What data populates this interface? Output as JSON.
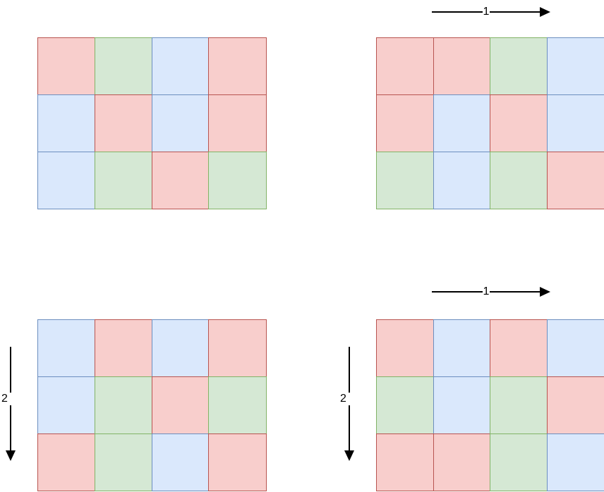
{
  "palette": {
    "red_fill": "#f8cecc",
    "red_stroke": "#b85450",
    "green_fill": "#d5e8d4",
    "green_stroke": "#82b366",
    "blue_fill": "#dae8fc",
    "blue_stroke": "#6c8ebf",
    "arrow_color": "#000000",
    "background": "#ffffff"
  },
  "annotations": {
    "top_right_arrow": {
      "label": "1",
      "direction": "right"
    },
    "bottom_right_arrow": {
      "label": "1",
      "direction": "right"
    },
    "bottom_left_arrow": {
      "label": "2",
      "direction": "down"
    },
    "bottom_middle_arrow": {
      "label": "2",
      "direction": "down"
    }
  },
  "grids": {
    "top_left": {
      "name": "top-left-grid",
      "rows": 3,
      "cols": 4,
      "cells": [
        [
          "red",
          "green",
          "blue",
          "red"
        ],
        [
          "blue",
          "red",
          "blue",
          "red"
        ],
        [
          "blue",
          "green",
          "red",
          "green"
        ]
      ]
    },
    "top_right": {
      "name": "top-right-grid",
      "rows": 3,
      "cols": 4,
      "cells": [
        [
          "red",
          "red",
          "green",
          "blue"
        ],
        [
          "red",
          "blue",
          "red",
          "blue"
        ],
        [
          "green",
          "blue",
          "green",
          "red"
        ]
      ]
    },
    "bottom_left": {
      "name": "bottom-left-grid",
      "rows": 3,
      "cols": 4,
      "cells": [
        [
          "blue",
          "red",
          "blue",
          "red"
        ],
        [
          "blue",
          "green",
          "red",
          "green"
        ],
        [
          "red",
          "green",
          "blue",
          "red"
        ]
      ]
    },
    "bottom_right": {
      "name": "bottom-right-grid",
      "rows": 3,
      "cols": 4,
      "cells": [
        [
          "red",
          "blue",
          "red",
          "blue"
        ],
        [
          "green",
          "blue",
          "green",
          "red"
        ],
        [
          "red",
          "red",
          "green",
          "blue"
        ]
      ]
    }
  }
}
